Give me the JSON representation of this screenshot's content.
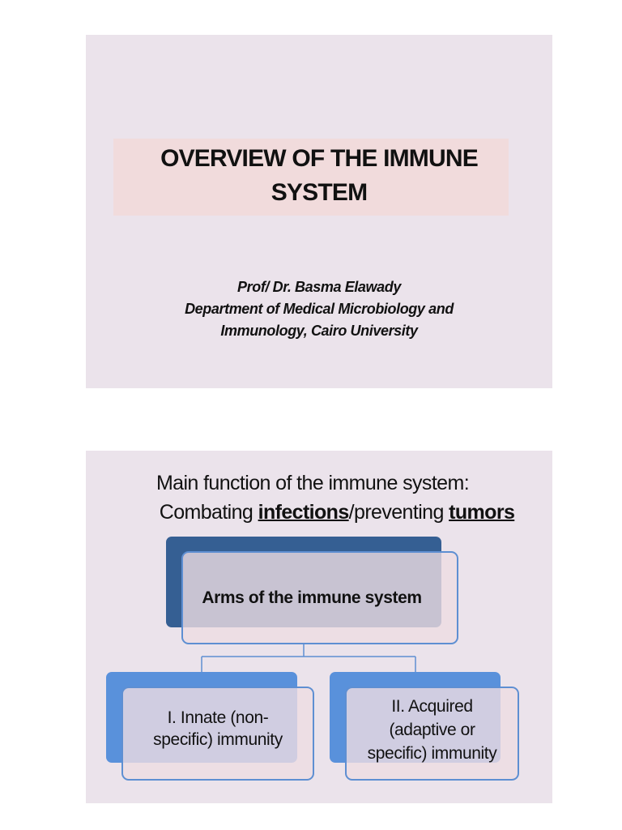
{
  "slide1": {
    "title_line1": "OVERVIEW OF THE IMMUNE",
    "title_line2": "SYSTEM",
    "author": "Prof/ Dr. Basma Elawady",
    "department_line1": "Department of Medical Microbiology and",
    "department_line2": "Immunology, Cairo University"
  },
  "slide2": {
    "heading_line1": "Main function of the immune system:",
    "heading_line2_prefix": "Combating ",
    "heading_line2_term1": "infections",
    "heading_line2_mid": "/preventing ",
    "heading_line2_term2": "tumors",
    "diagram": {
      "root": "Arms of the immune system",
      "children": [
        {
          "line1": "I. Innate (non-",
          "line2": "specific) immunity"
        },
        {
          "line1": "II. Acquired",
          "line2": "(adaptive or",
          "line3": "specific) immunity"
        }
      ]
    }
  },
  "colors": {
    "slide_background": "#ebe3eb",
    "title_highlight": "#f1dbdc",
    "root_box_dark": "#355f93",
    "child_box_blue": "#5991db",
    "box_outline": "#5e8fd2"
  }
}
